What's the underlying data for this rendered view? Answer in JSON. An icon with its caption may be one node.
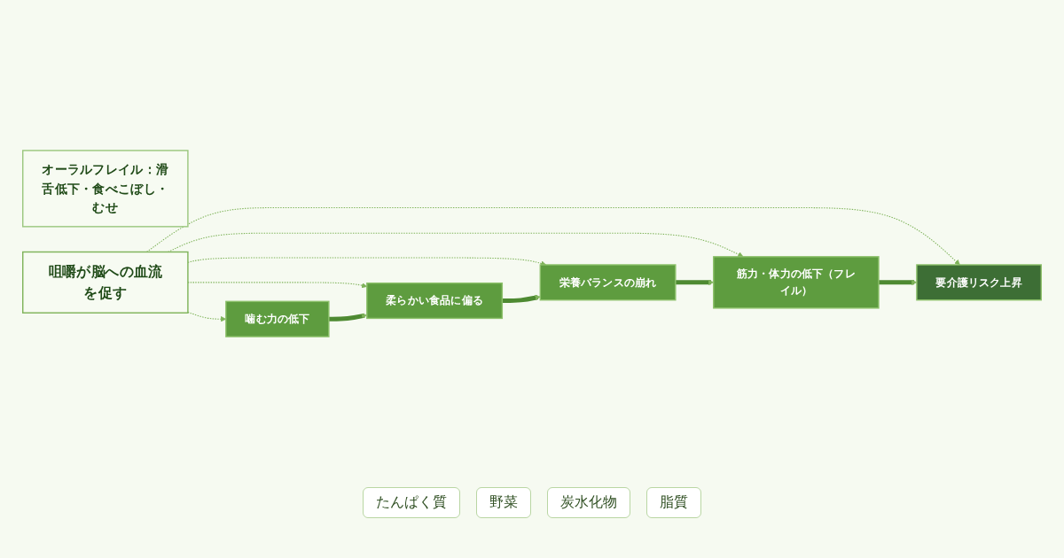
{
  "diagram": {
    "nodes": [
      {
        "text": [
          "咀嚼が脳への血流を促す"
        ]
      },
      {
        "text": [
          "噛む力の低下"
        ]
      },
      {
        "text": [
          "柔らかい食品に偏る"
        ]
      },
      {
        "text": [
          "栄養バランスの崩れ"
        ]
      },
      {
        "text": [
          "筋力・体力の低下（フレイル）"
        ]
      },
      {
        "text": [
          "要介護リスク上昇"
        ]
      },
      {
        "text": [
          "オーラルフレイル：滑舌低下・食べこぼし・むせ"
        ]
      }
    ],
    "edges": [
      {
        "from": 0,
        "to": 1,
        "arrow": "to",
        "style": "dashed"
      },
      {
        "from": 0,
        "to": 2,
        "arrow": "to",
        "style": "dashed"
      },
      {
        "from": 0,
        "to": 3,
        "arrow": "to",
        "style": "dashed"
      },
      {
        "from": 0,
        "to": 4,
        "arrow": "to",
        "style": "dashed"
      },
      {
        "from": 0,
        "to": 5,
        "arrow": "to",
        "style": "dashed"
      },
      {
        "from": 1,
        "to": 2,
        "arrow": "to",
        "style": "thick",
        "color": "#4e8a32"
      },
      {
        "from": 2,
        "to": 3,
        "arrow": "to",
        "style": "thick",
        "color": "#4e8a32"
      },
      {
        "from": 3,
        "to": 4,
        "arrow": "to",
        "style": "thick",
        "color": "#4e8a32"
      },
      {
        "from": 4,
        "to": 5,
        "arrow": "to",
        "style": "thick",
        "color": "#4e8a32"
      }
    ],
    "labels": [
      "たんぱく質",
      "野菜",
      "炭水化物",
      "脂質"
    ]
  }
}
